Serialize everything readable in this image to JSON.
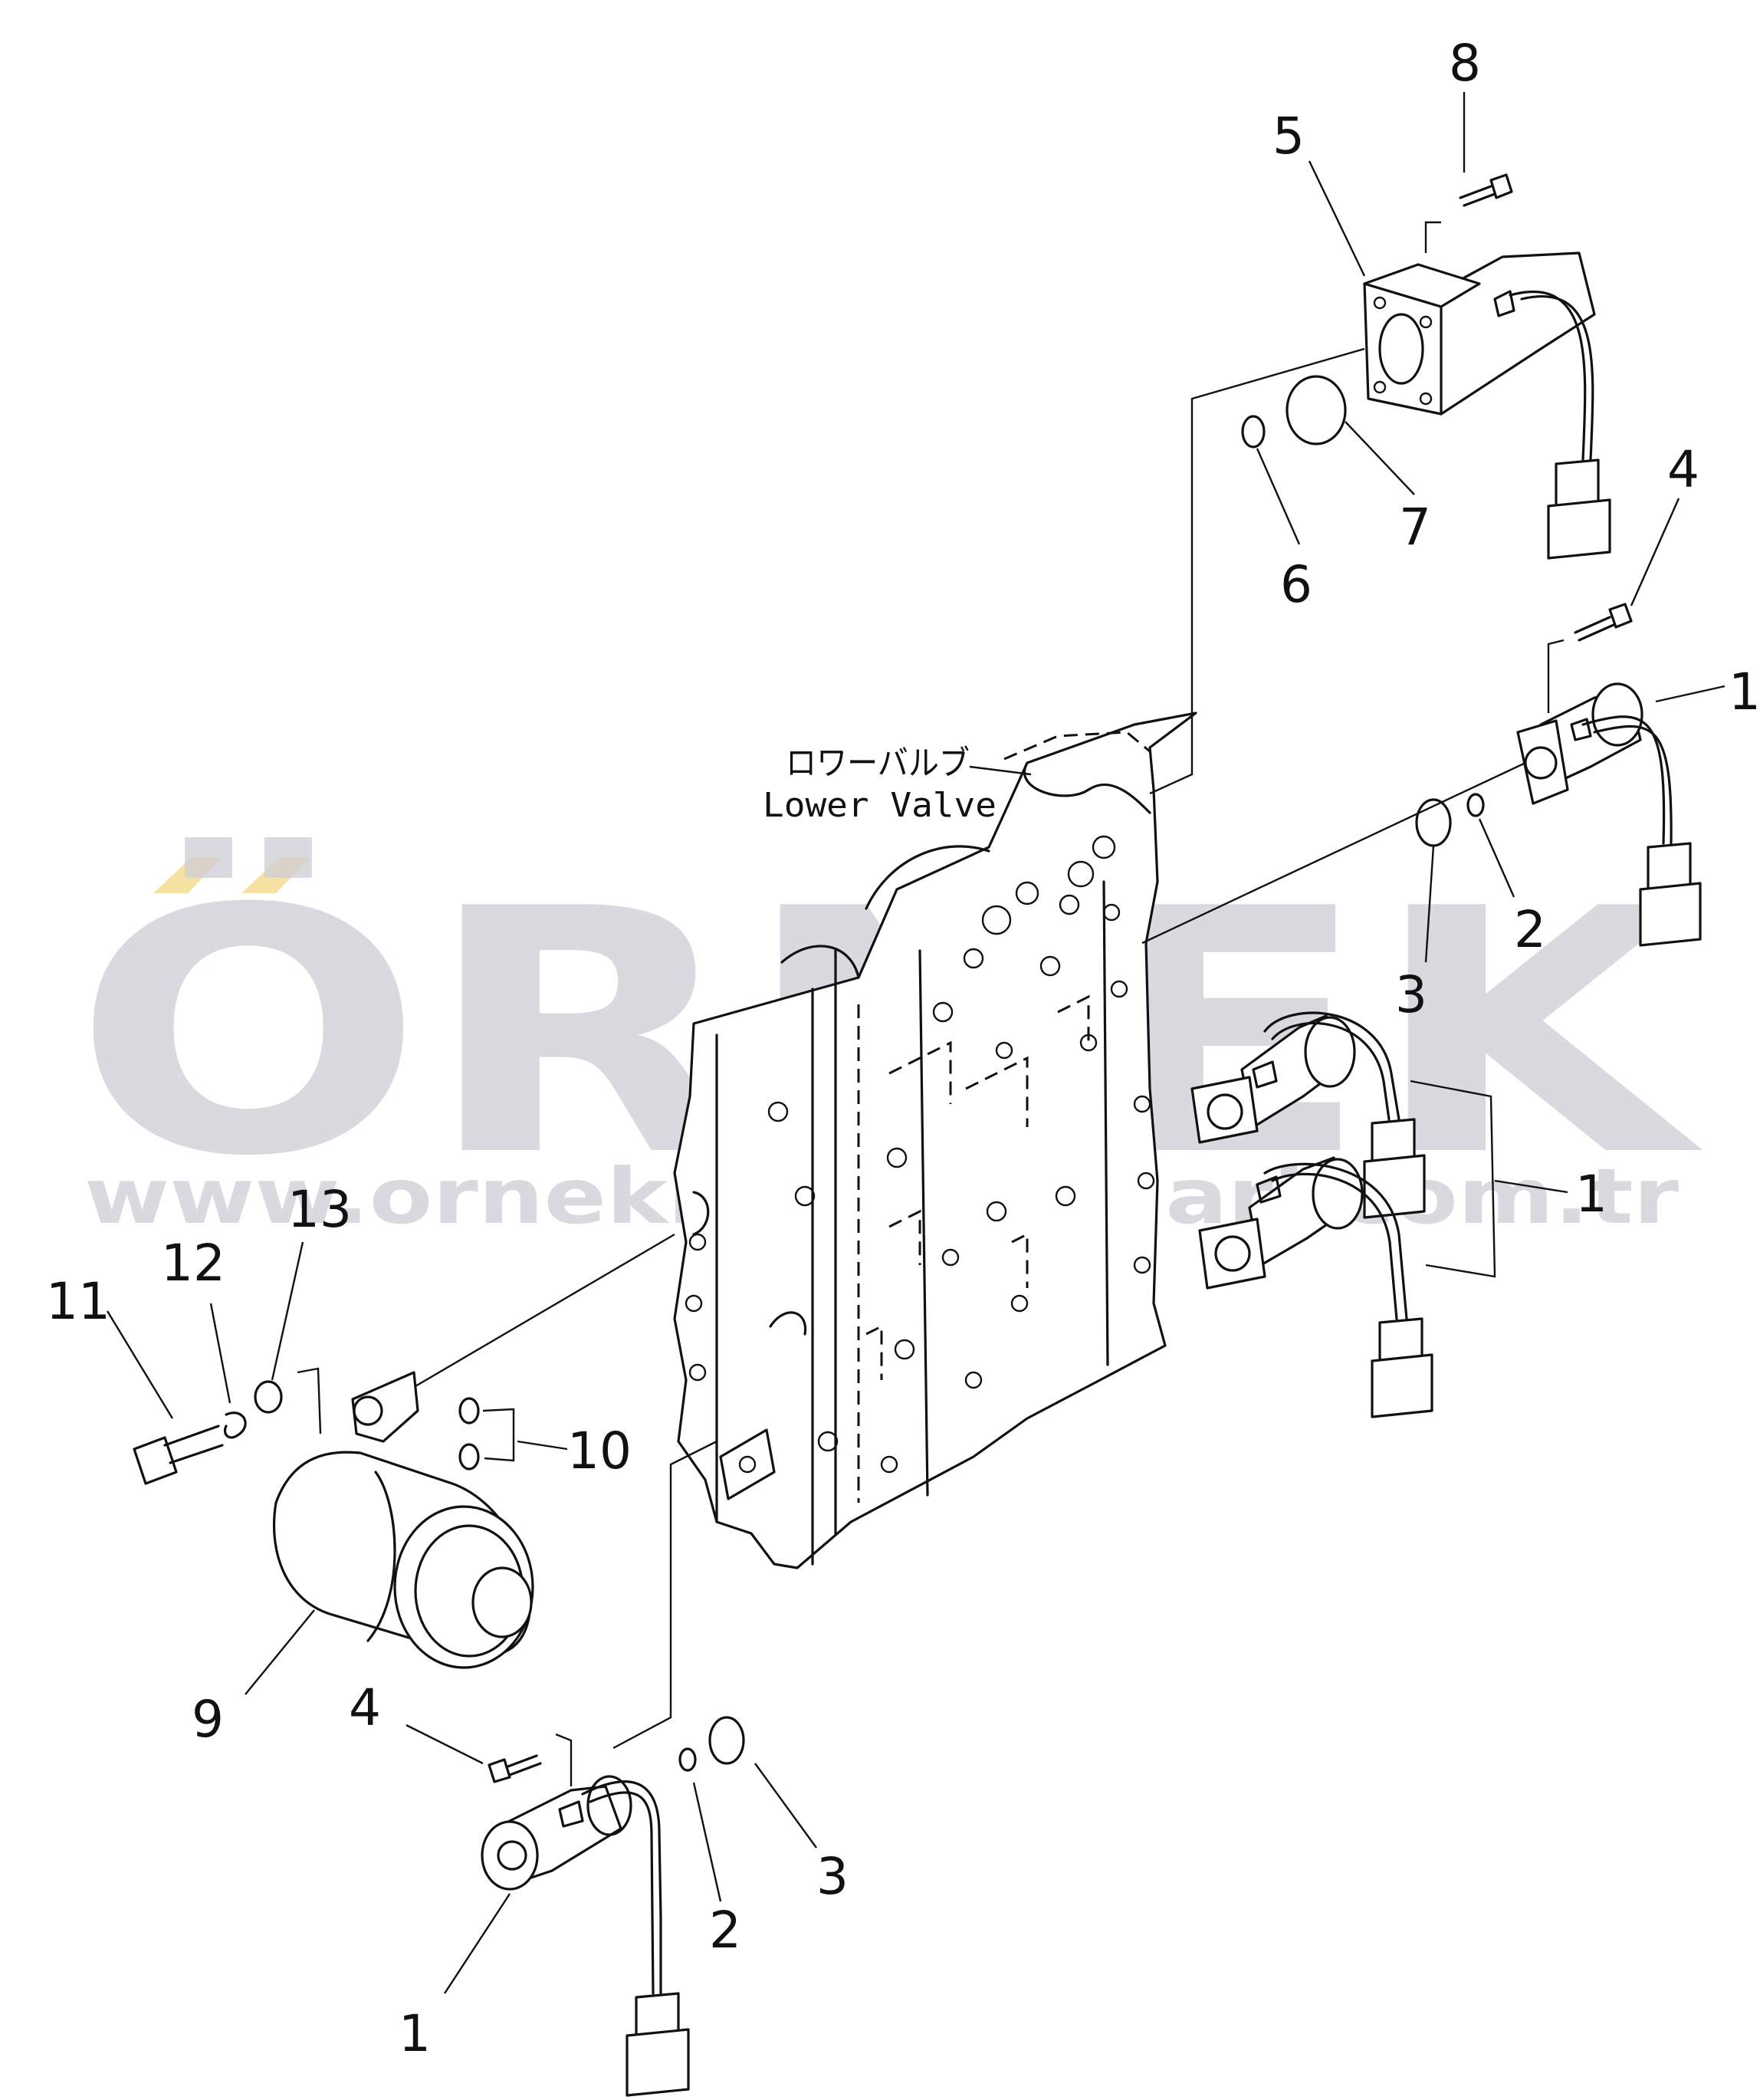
{
  "diagram": {
    "main_label_jp": "ロワーバルブ",
    "main_label_en": "Lower Valve",
    "callouts": {
      "c8": "8",
      "c5": "5",
      "c7": "7",
      "c6": "6",
      "c4_top": "4",
      "c1_top": "1",
      "c2_top": "2",
      "c3_top": "3",
      "c1_mid": "1",
      "c13": "13",
      "c12": "12",
      "c11": "11",
      "c10": "10",
      "c9": "9",
      "c4_bot": "4",
      "c3_bot": "3",
      "c2_bot": "2",
      "c1_bot": "1"
    }
  },
  "watermark": {
    "logo_text": "ÖRNEK",
    "url_text": "www.ornekismakinalari.com.tr",
    "accent_color": "#f3d98a",
    "text_color": "#cfcdd6"
  }
}
